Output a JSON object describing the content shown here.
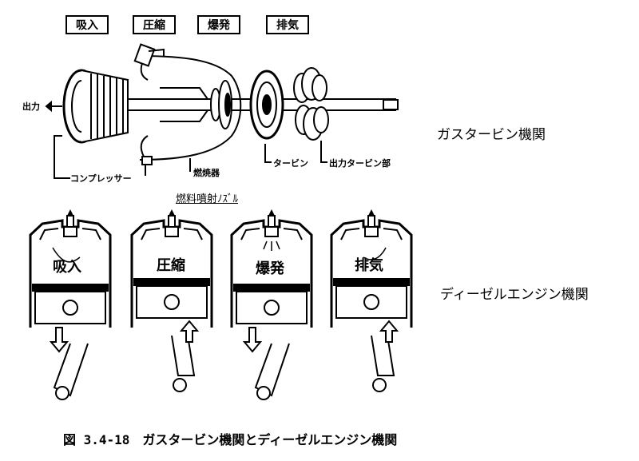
{
  "gas_turbine": {
    "stages": [
      "吸入",
      "圧縮",
      "爆発",
      "排気"
    ],
    "output_label": "出力",
    "compressor_label": "コンプレッサー",
    "combustor_label": "燃焼器",
    "turbine_label": "タービン",
    "power_turbine_label": "出力タービン部",
    "title": "ガスタービン機関"
  },
  "fuel_nozzle_label": "燃料噴射ﾉｽﾞﾙ",
  "diesel": {
    "strokes": [
      "吸入",
      "圧縮",
      "爆発",
      "排気"
    ],
    "title": "ディーゼルエンジン機関"
  },
  "caption": "図 3.4-18　ガスタービン機関とディーゼルエンジン機関"
}
